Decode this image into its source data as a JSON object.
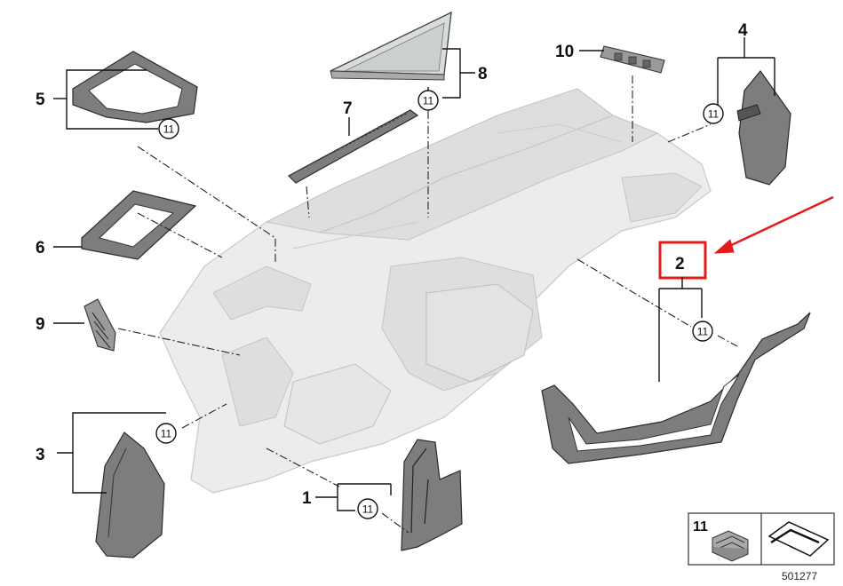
{
  "part_labels": [
    "1",
    "2",
    "3",
    "4",
    "5",
    "6",
    "7",
    "8",
    "9",
    "10"
  ],
  "clip_callout": "11",
  "legend": {
    "item_number": "11"
  },
  "diagram_id": "501277",
  "highlight_color": "#e21b1b",
  "icons": [
    "clip-icon",
    "panel-symbol-icon"
  ]
}
